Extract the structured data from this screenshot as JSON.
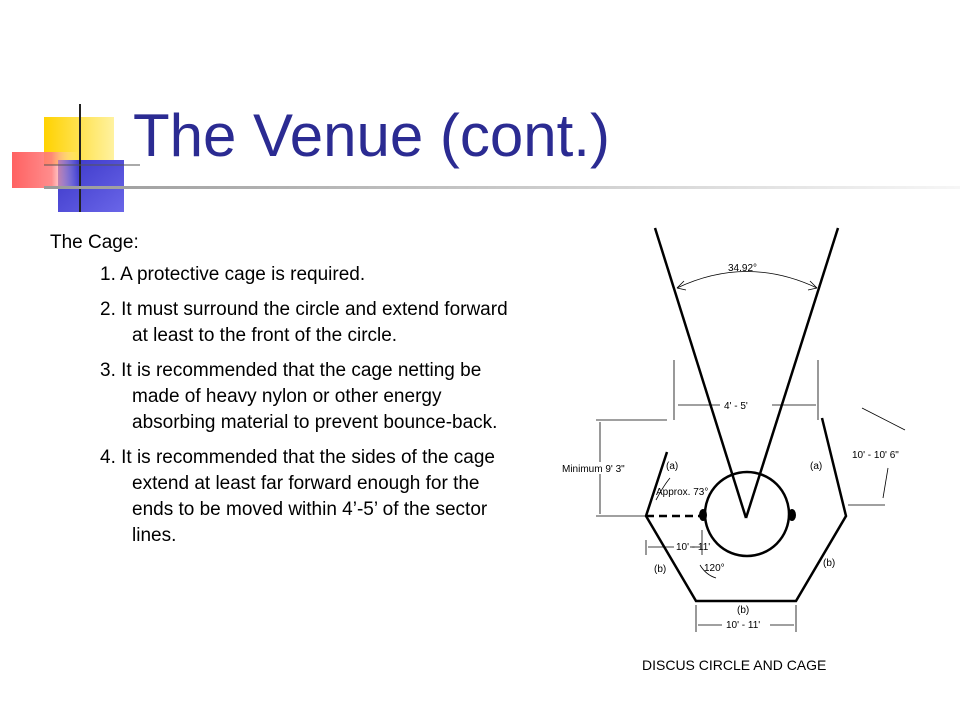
{
  "slide": {
    "title": "The Venue (cont.)"
  },
  "content": {
    "lead": "The Cage:",
    "items": [
      "1. A protective cage is required.",
      "2.  It must surround the circle and extend forward at least to the front of the circle.",
      "3.  It is recommended that the cage netting be made of heavy nylon or other energy absorbing material to prevent bounce-back.",
      "4.  It is recommended that the sides of the cage extend at least far forward enough for the ends to be moved within 4’-5’ of the sector lines."
    ]
  },
  "diagram": {
    "angle_label": "34.92°",
    "gap_label": "4' - 5'",
    "min_height_label": "Minimum 9' 3\"",
    "side_depth_label": "10' - 10' 6\"",
    "approx_label": "Approx. 73°",
    "a_left": "(a)",
    "a_right": "(a)",
    "width_label": "10' - 11'",
    "b_left": "(b)",
    "b_right": "(b)",
    "corner_angle": "120°",
    "b_bottom": "(b)",
    "bottom_width_label": "10' - 11'",
    "caption": "DISCUS CIRCLE AND CAGE"
  },
  "colors": {
    "title": "#2b2b92",
    "accent_yellow": "#ffd200",
    "accent_blue": "#3a36c8",
    "accent_red": "#ff4040"
  }
}
